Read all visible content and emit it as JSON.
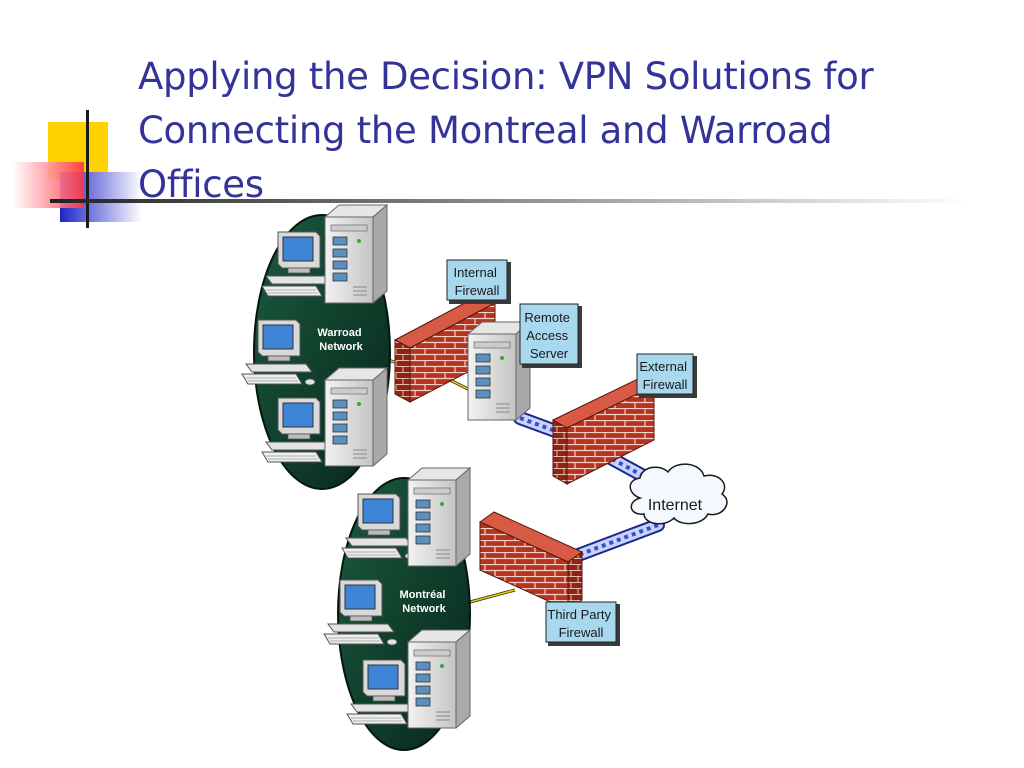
{
  "slide": {
    "title": "Applying the Decision: VPN Solutions for\nConnecting the Montreal and Warroad\nOffices"
  },
  "diagram": {
    "warroad_network": [
      "Warroad",
      "Network"
    ],
    "montreal_network": [
      "Montréal",
      "Network"
    ],
    "internal_firewall": [
      "Internal",
      "Firewall"
    ],
    "remote_access_server": [
      "Remote",
      "Access",
      "Server"
    ],
    "external_firewall": [
      "External",
      "Firewall"
    ],
    "internet": "Internet",
    "third_party_firewall": [
      "Third Party",
      "Firewall"
    ]
  },
  "colors": {
    "title": "#333399",
    "network_ellipse": "#0d3d2a",
    "brick": "#b5331f",
    "label_box": "#a8d8ee",
    "vpn_tunnel": "#3b4fc4",
    "cable": "#e8d000"
  }
}
